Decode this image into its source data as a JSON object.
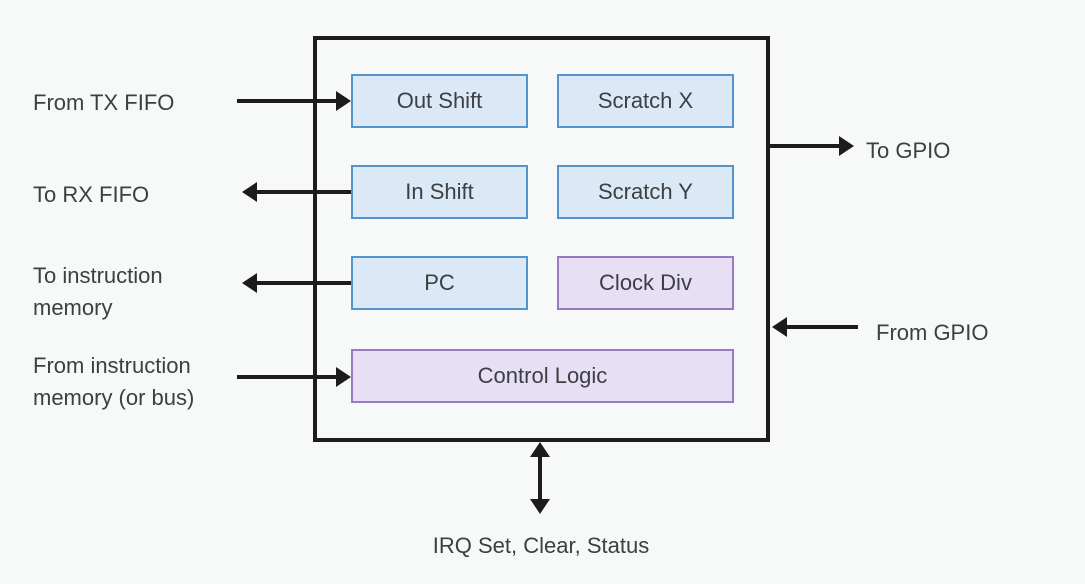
{
  "diagram": {
    "blocks": {
      "out_shift": "Out Shift",
      "scratch_x": "Scratch X",
      "in_shift": "In Shift",
      "scratch_y": "Scratch Y",
      "pc": "PC",
      "clock_div": "Clock Div",
      "control_logic": "Control Logic"
    },
    "labels": {
      "from_tx_fifo": "From TX FIFO",
      "to_rx_fifo": "To RX FIFO",
      "to_instruction_memory": "To instruction memory",
      "from_instruction_memory": "From instruction memory (or bus)",
      "to_gpio": "To GPIO",
      "from_gpio": "From GPIO",
      "irq": "IRQ Set, Clear, Status"
    },
    "colors": {
      "background": "#f7f8f8",
      "outline": "#1c1c1c",
      "blue_fill": "#dbe9f6",
      "blue_border": "#5494cd",
      "purple_fill": "#e7dff3",
      "purple_border": "#9779c6",
      "text": "#3c4043"
    }
  }
}
